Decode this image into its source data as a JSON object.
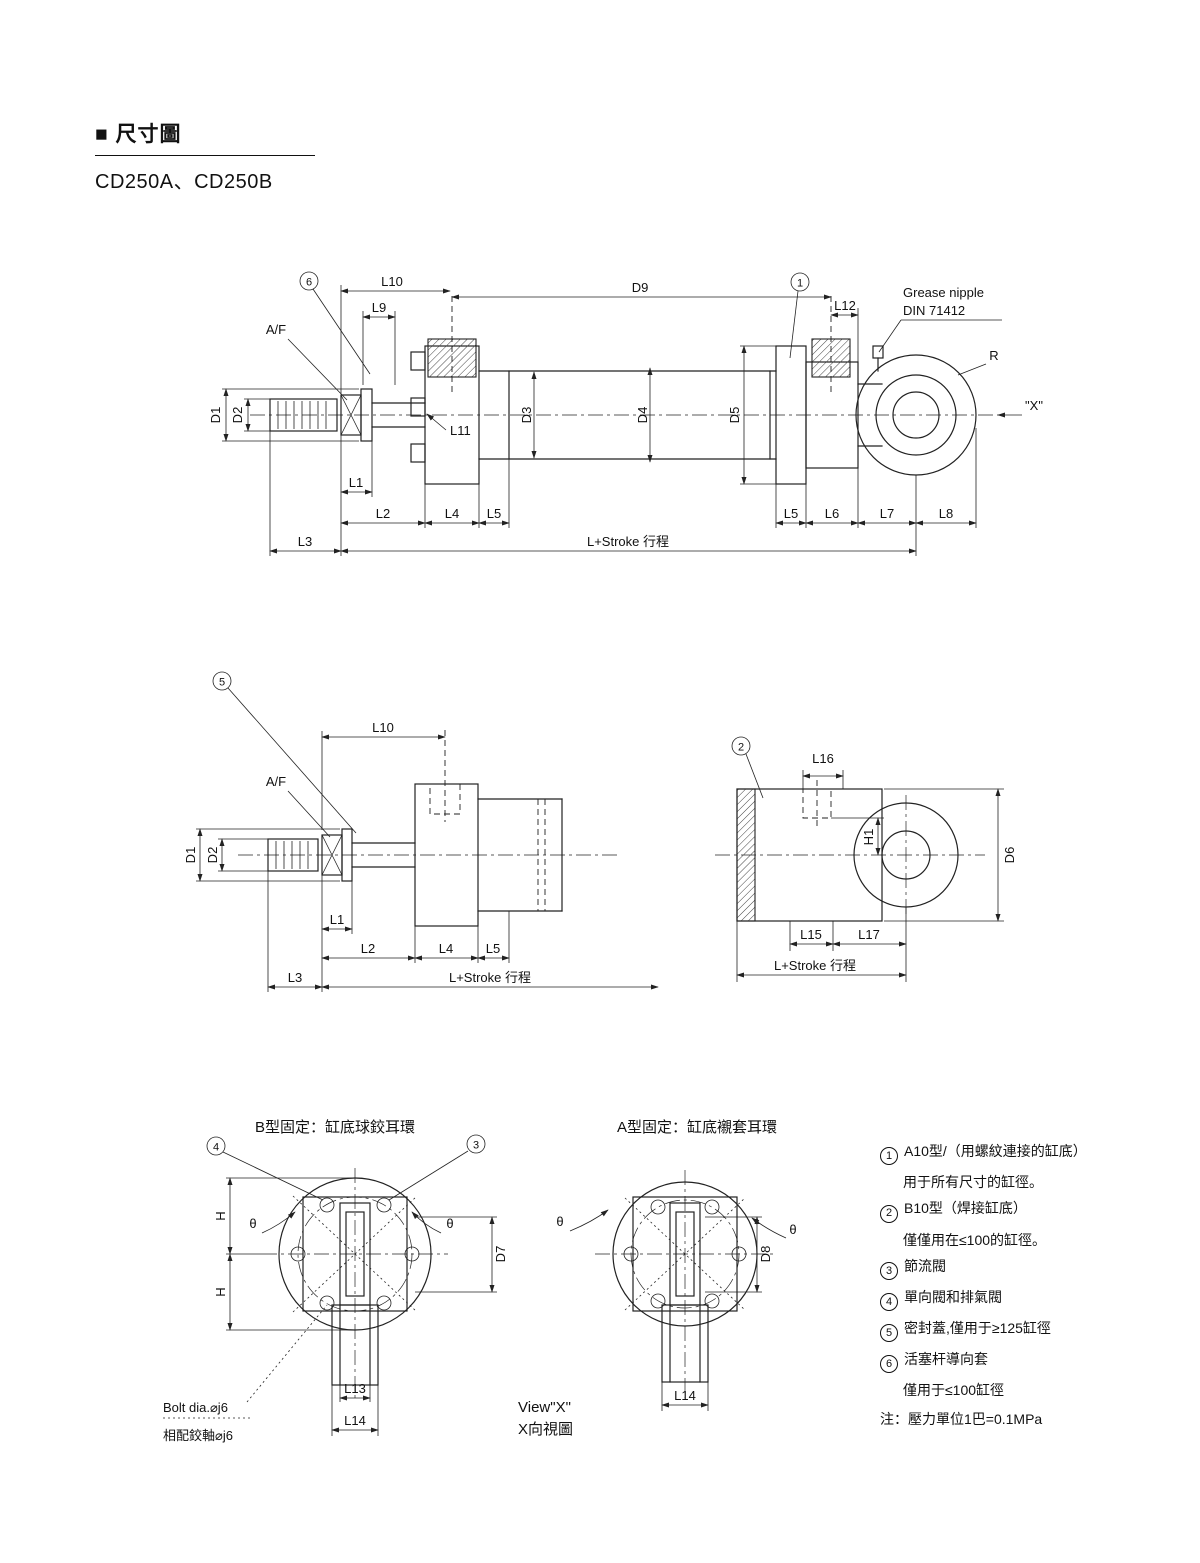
{
  "header": {
    "title": "■ 尺寸圖",
    "models": "CD250A、CD250B"
  },
  "dims": {
    "L1": "L1",
    "L2": "L2",
    "L3": "L3",
    "L4": "L4",
    "L5": "L5",
    "L6": "L6",
    "L7": "L7",
    "L8": "L8",
    "L9": "L9",
    "L10": "L10",
    "L11": "L11",
    "L12": "L12",
    "L13": "L13",
    "L14": "L14",
    "L15": "L15",
    "L16": "L16",
    "L17": "L17",
    "D1": "D1",
    "D2": "D2",
    "D3": "D3",
    "D4": "D4",
    "D5": "D5",
    "D6": "D6",
    "D7": "D7",
    "D8": "D8",
    "D9": "D9",
    "H": "H",
    "H1": "H1",
    "theta": "θ",
    "R": "R",
    "AF": "A/F",
    "stroke": "L+Stroke 行程"
  },
  "annotations": {
    "grease1": "Grease nipple",
    "grease2": "DIN 71412",
    "x_ref": "\"X\"",
    "view_x1": "View\"X\"",
    "view_x2": "X向視圖",
    "bolt_dia": "Bolt dia.⌀j6",
    "pin_fit": "相配鉸軸⌀j6",
    "b_title": "B型固定：缸底球鉸耳環",
    "a_title": "A型固定：缸底襯套耳環"
  },
  "callouts": {
    "c1": "1",
    "c2": "2",
    "c3": "3",
    "c4": "4",
    "c5": "5",
    "c6": "6"
  },
  "notes": {
    "n1a": "A10型/（用螺紋連接的缸底）",
    "n1b": "用于所有尺寸的缸徑。",
    "n2a": "B10型（焊接缸底）",
    "n2b": "僅僅用在≤100的缸徑。",
    "n3": "節流閥",
    "n4": "單向閥和排氣閥",
    "n5": "密封蓋,僅用于≥125缸徑",
    "n6a": "活塞杆導向套",
    "n6b": "僅用于≤100缸徑",
    "footnote": "注：壓力單位1巴=0.1MPa"
  }
}
